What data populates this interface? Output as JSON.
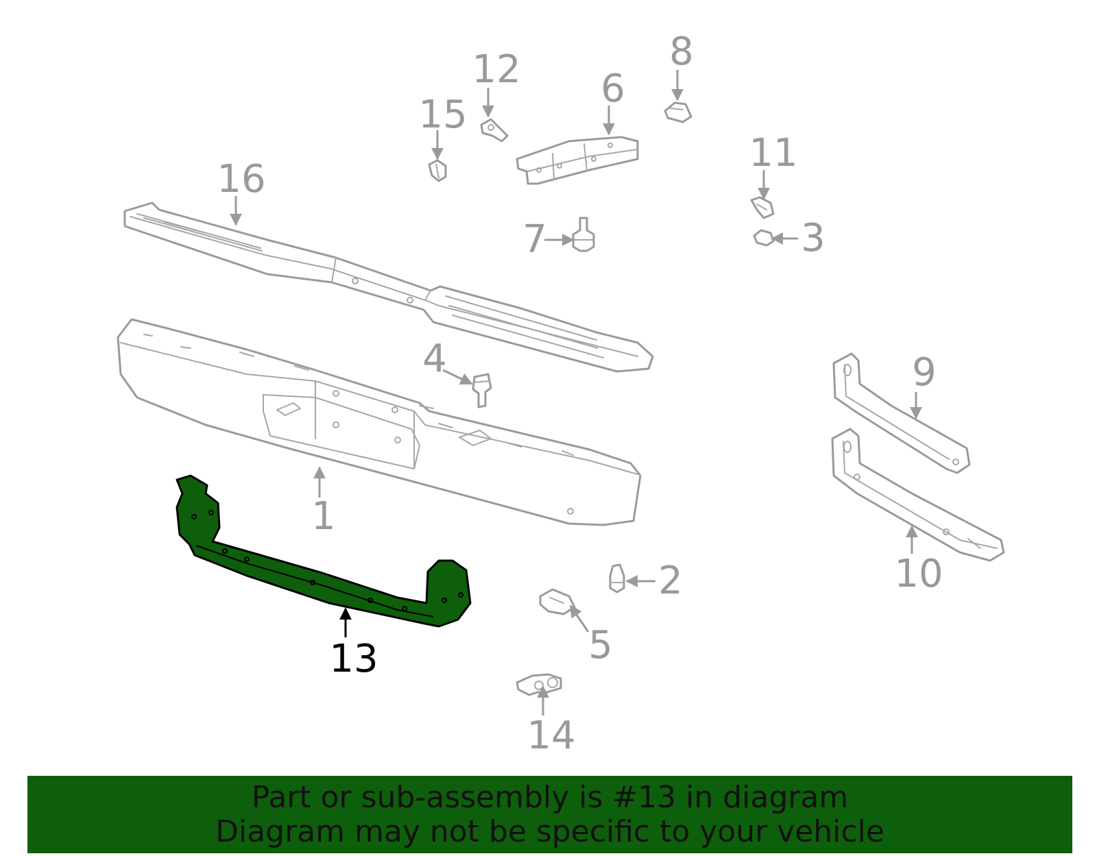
{
  "diagram": {
    "highlight_color": "#0e5f0b",
    "outline_color": "#9a9a9a",
    "callouts": [
      {
        "id": "1",
        "label": "1"
      },
      {
        "id": "2",
        "label": "2"
      },
      {
        "id": "3",
        "label": "3"
      },
      {
        "id": "4",
        "label": "4"
      },
      {
        "id": "5",
        "label": "5"
      },
      {
        "id": "6",
        "label": "6"
      },
      {
        "id": "7",
        "label": "7"
      },
      {
        "id": "8",
        "label": "8"
      },
      {
        "id": "9",
        "label": "9"
      },
      {
        "id": "10",
        "label": "10"
      },
      {
        "id": "11",
        "label": "11"
      },
      {
        "id": "12",
        "label": "12"
      },
      {
        "id": "13",
        "label": "13",
        "highlighted": true
      },
      {
        "id": "14",
        "label": "14"
      },
      {
        "id": "15",
        "label": "15"
      },
      {
        "id": "16",
        "label": "16"
      }
    ]
  },
  "banner": {
    "line1": "Part or sub-assembly is #13 in diagram",
    "line2": "Diagram may not be specific to your vehicle",
    "background": "#0e5f0b"
  }
}
